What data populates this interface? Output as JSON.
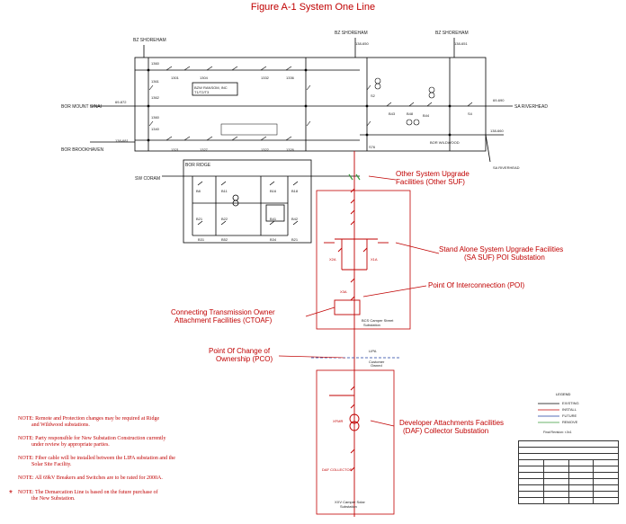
{
  "title": "Figure A-1 System One Line",
  "substations": {
    "shoreham_bz": "BZ SHOREHAM",
    "shoreham_line": "BZ SHOREHAM",
    "shoreham_right": "BZ SHOREHAM",
    "mount_sinai": "BOR MOUNT SINAI",
    "brookhaven": "BOR BROOKHAVEN",
    "riverhead": "SA RIVERHEAD",
    "riverhead2": "SA RIVERHEAD",
    "coram": "SW CORAM",
    "wildwood": "BOR WILDWOOD",
    "ridge": "BOR RIDGE"
  },
  "labels": {
    "other_suf": "Other System Upgrade\nFacilities (Other SUF)",
    "sa_suf": "Stand Alone System Upgrade Facilities\n(SA SUF) POI Substation",
    "poi": "Point Of Interconnection (POI)",
    "ctoaf": "Connecting Transmission Owner\nAttachment Facilities (CTOAF)",
    "pco": "Point Of Change of\nOwnership (PCO)",
    "daf": "Developer Attachments Facilities\n(DAF) Collector Substation",
    "calverton": "BCS Camper Street\nSubstation",
    "lipa": "LIPA",
    "customer": "Customer\nOwned",
    "solar_sub": "XXV Camper Solar\nSubstation"
  },
  "notes": [
    "NOTE: Remote and Protection changes may be required at Ridge\n          and Wildwood substations.",
    "NOTE: Party responsible for New Substation Construction currently\n          under review by appropriate parties.",
    "NOTE: Fiber cable will be installed between the LIPA substation and the\n          Solar Site Facility.",
    "NOTE: All 69kV Breakers and Switches are to be rated for 2000A.",
    "NOTE: The Demarcation Line is based on the future purchase of\n          the New Substation."
  ],
  "legend": {
    "title": "LEGEND",
    "items": [
      {
        "label": "EXISTING",
        "color": "#000000"
      },
      {
        "label": "INSTALL",
        "color": "#c00000"
      },
      {
        "label": "FUTURE",
        "color": "#1f3fa0"
      },
      {
        "label": "REMOVE",
        "color": "#3a9a3a"
      }
    ]
  },
  "final_label": "Final Revision: r.0x1",
  "colors": {
    "install": "#c00000",
    "existing": "#000000",
    "future": "#1f3fa0",
    "remove": "#3a9a3a"
  }
}
